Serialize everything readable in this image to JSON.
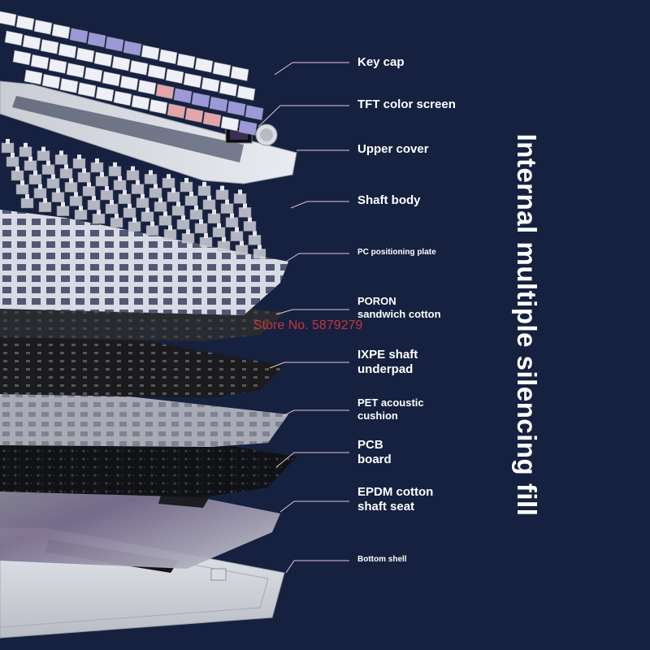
{
  "title": "Internal multiple silencing fill",
  "watermark": "Store No. 5879279",
  "layers": [
    {
      "id": "key-cap",
      "line1": "Key cap",
      "line2": ""
    },
    {
      "id": "tft-color-screen",
      "line1": "TFT color screen",
      "line2": ""
    },
    {
      "id": "upper-cover",
      "line1": "Upper cover",
      "line2": ""
    },
    {
      "id": "shaft-body",
      "line1": "Shaft body",
      "line2": ""
    },
    {
      "id": "pc-positioning-plate",
      "line1": "PC positioning plate",
      "line2": ""
    },
    {
      "id": "poron-sandwich-cotton",
      "line1": "PORON",
      "line2": "sandwich cotton"
    },
    {
      "id": "ixpe-shaft-underpad",
      "line1": "IXPE shaft",
      "line2": "underpad"
    },
    {
      "id": "pet-acoustic-cushion",
      "line1": "PET acoustic",
      "line2": "cushion"
    },
    {
      "id": "pcb-board",
      "line1": "PCB",
      "line2": "board"
    },
    {
      "id": "epdm-cotton-shaft-seat",
      "line1": "EPDM cotton",
      "line2": "shaft seat"
    },
    {
      "id": "bottom-shell",
      "line1": "Bottom shell",
      "line2": ""
    }
  ],
  "colors": {
    "background": "#16213f",
    "leader_line": "#e6c4d8",
    "keycap_white": "#eef0f6",
    "keycap_purple": "#9d98d8",
    "keycap_pink": "#e5a5a8",
    "plate_light": "#dfe2ea",
    "foam_dark": "#1a1a1d"
  }
}
